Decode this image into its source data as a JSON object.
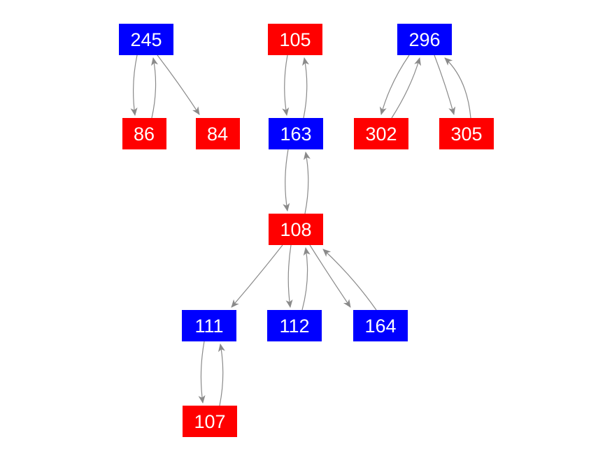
{
  "graph": {
    "style": {
      "background_color": "#ffffff",
      "node_color_blue": "#0000ff",
      "node_color_red": "#ff0000",
      "edge_color": "#8a8a8a",
      "label_color": "#ffffff"
    },
    "nodes": [
      {
        "id": "245",
        "label": "245",
        "color": "#0000ff"
      },
      {
        "id": "105",
        "label": "105",
        "color": "#ff0000"
      },
      {
        "id": "296",
        "label": "296",
        "color": "#0000ff"
      },
      {
        "id": "86",
        "label": "86",
        "color": "#ff0000"
      },
      {
        "id": "84",
        "label": "84",
        "color": "#ff0000"
      },
      {
        "id": "163",
        "label": "163",
        "color": "#0000ff"
      },
      {
        "id": "302",
        "label": "302",
        "color": "#ff0000"
      },
      {
        "id": "305",
        "label": "305",
        "color": "#ff0000"
      },
      {
        "id": "108",
        "label": "108",
        "color": "#ff0000"
      },
      {
        "id": "111",
        "label": "111",
        "color": "#0000ff"
      },
      {
        "id": "112",
        "label": "112",
        "color": "#0000ff"
      },
      {
        "id": "164",
        "label": "164",
        "color": "#0000ff"
      },
      {
        "id": "107",
        "label": "107",
        "color": "#ff0000"
      }
    ],
    "edges": [
      {
        "from": "245",
        "to": "86"
      },
      {
        "from": "86",
        "to": "245"
      },
      {
        "from": "245",
        "to": "84"
      },
      {
        "from": "105",
        "to": "163"
      },
      {
        "from": "163",
        "to": "105"
      },
      {
        "from": "296",
        "to": "302"
      },
      {
        "from": "302",
        "to": "296"
      },
      {
        "from": "296",
        "to": "305"
      },
      {
        "from": "305",
        "to": "296"
      },
      {
        "from": "163",
        "to": "108"
      },
      {
        "from": "108",
        "to": "163"
      },
      {
        "from": "108",
        "to": "111"
      },
      {
        "from": "108",
        "to": "112"
      },
      {
        "from": "112",
        "to": "108"
      },
      {
        "from": "108",
        "to": "164"
      },
      {
        "from": "164",
        "to": "108"
      },
      {
        "from": "111",
        "to": "107"
      },
      {
        "from": "107",
        "to": "111"
      }
    ]
  }
}
